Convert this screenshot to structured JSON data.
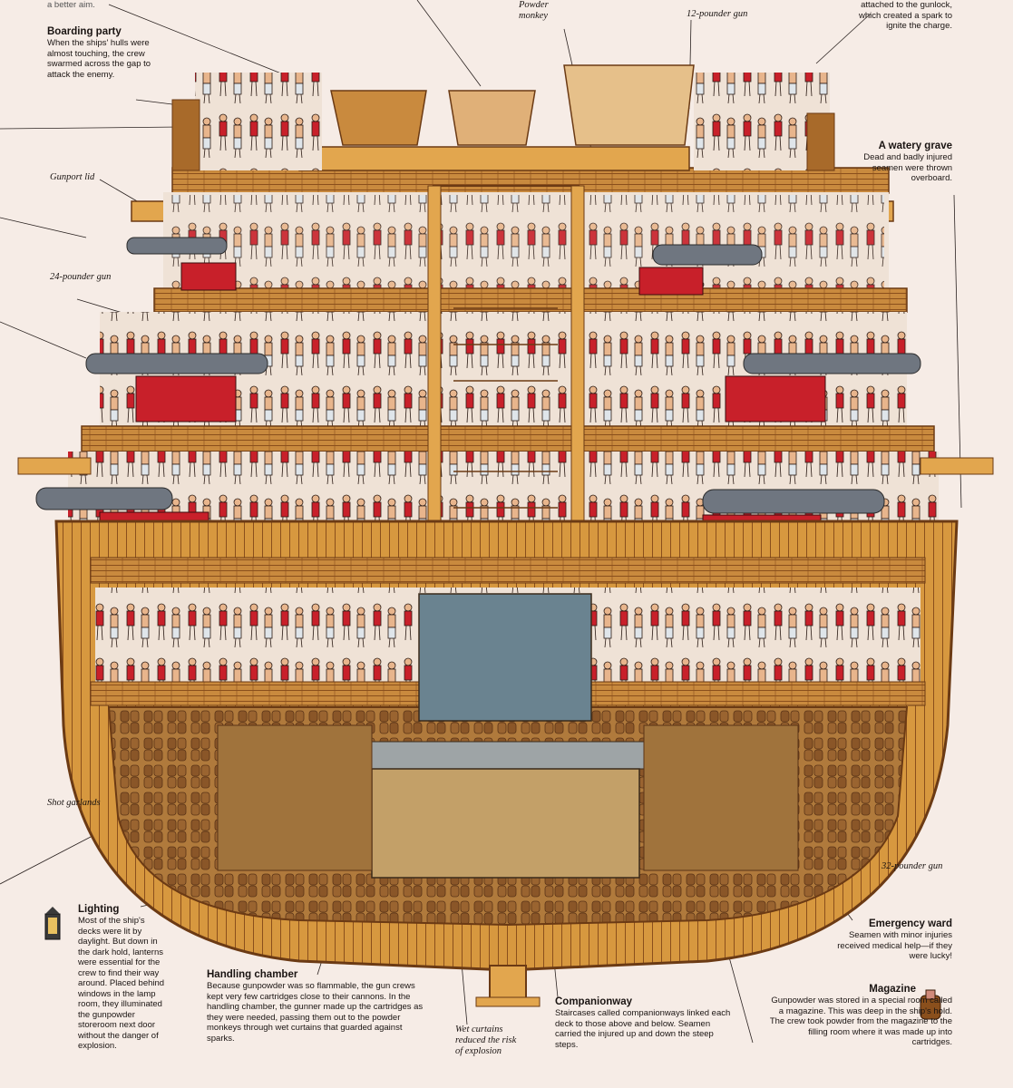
{
  "top_snippets": {
    "left": "a better aim.",
    "center": "Powder\nmonkey",
    "right": "attached to the gunlock,\nwhich created a spark to\nignite the charge."
  },
  "labels": {
    "boarding_party": {
      "title": "Boarding party",
      "body": "When the ships' hulls were almost touching, the crew swarmed across the gap to attack the enemy."
    },
    "twelve_pounder": "12-pounder gun",
    "watery_grave": {
      "title": "A watery grave",
      "body": "Dead and badly injured seamen were thrown overboard."
    },
    "gunport_lid": "Gunport lid",
    "twentyfour_pounder": "24-pounder gun",
    "shot_garlands": "Shot garlands",
    "thirtytwo_pounder": "32-pounder gun",
    "lighting": {
      "title": "Lighting",
      "body": "Most of the ship's decks were lit by daylight. But down in the dark hold, lanterns were essential for the crew to find their way around. Placed behind windows in the lamp room, they illuminated the gunpowder storeroom next door without the danger of explosion."
    },
    "handling_chamber": {
      "title": "Handling chamber",
      "body": "Because gunpowder was so flammable, the gun crews kept very few cartridges close to their cannons. In the handling chamber, the gunner made up the cartridges as they were needed, passing them out to the powder monkeys through wet curtains that guarded against sparks."
    },
    "wet_curtains": "Wet curtains reduced the risk of explosion",
    "companionway": {
      "title": "Companionway",
      "body": "Staircases called companionways linked each deck to those above and below. Seamen carried the injured up and down the steep steps."
    },
    "emergency_ward": {
      "title": "Emergency ward",
      "body": "Seamen with minor injuries received medical help—if they were lucky!"
    },
    "magazine": {
      "title": "Magazine",
      "body": "Gunpowder was stored in a special room called a magazine. This was deep in the ship's hold. The crew took powder from the magazine to the filling room where it was made up into cartridges."
    }
  },
  "colors": {
    "background": "#f6ece6",
    "wood_light": "#e2a64e",
    "wood_dark": "#8a4f1c",
    "uniform_red": "#c8202a",
    "cannon": "#6f7680",
    "hold_blue": "#6a8390"
  }
}
